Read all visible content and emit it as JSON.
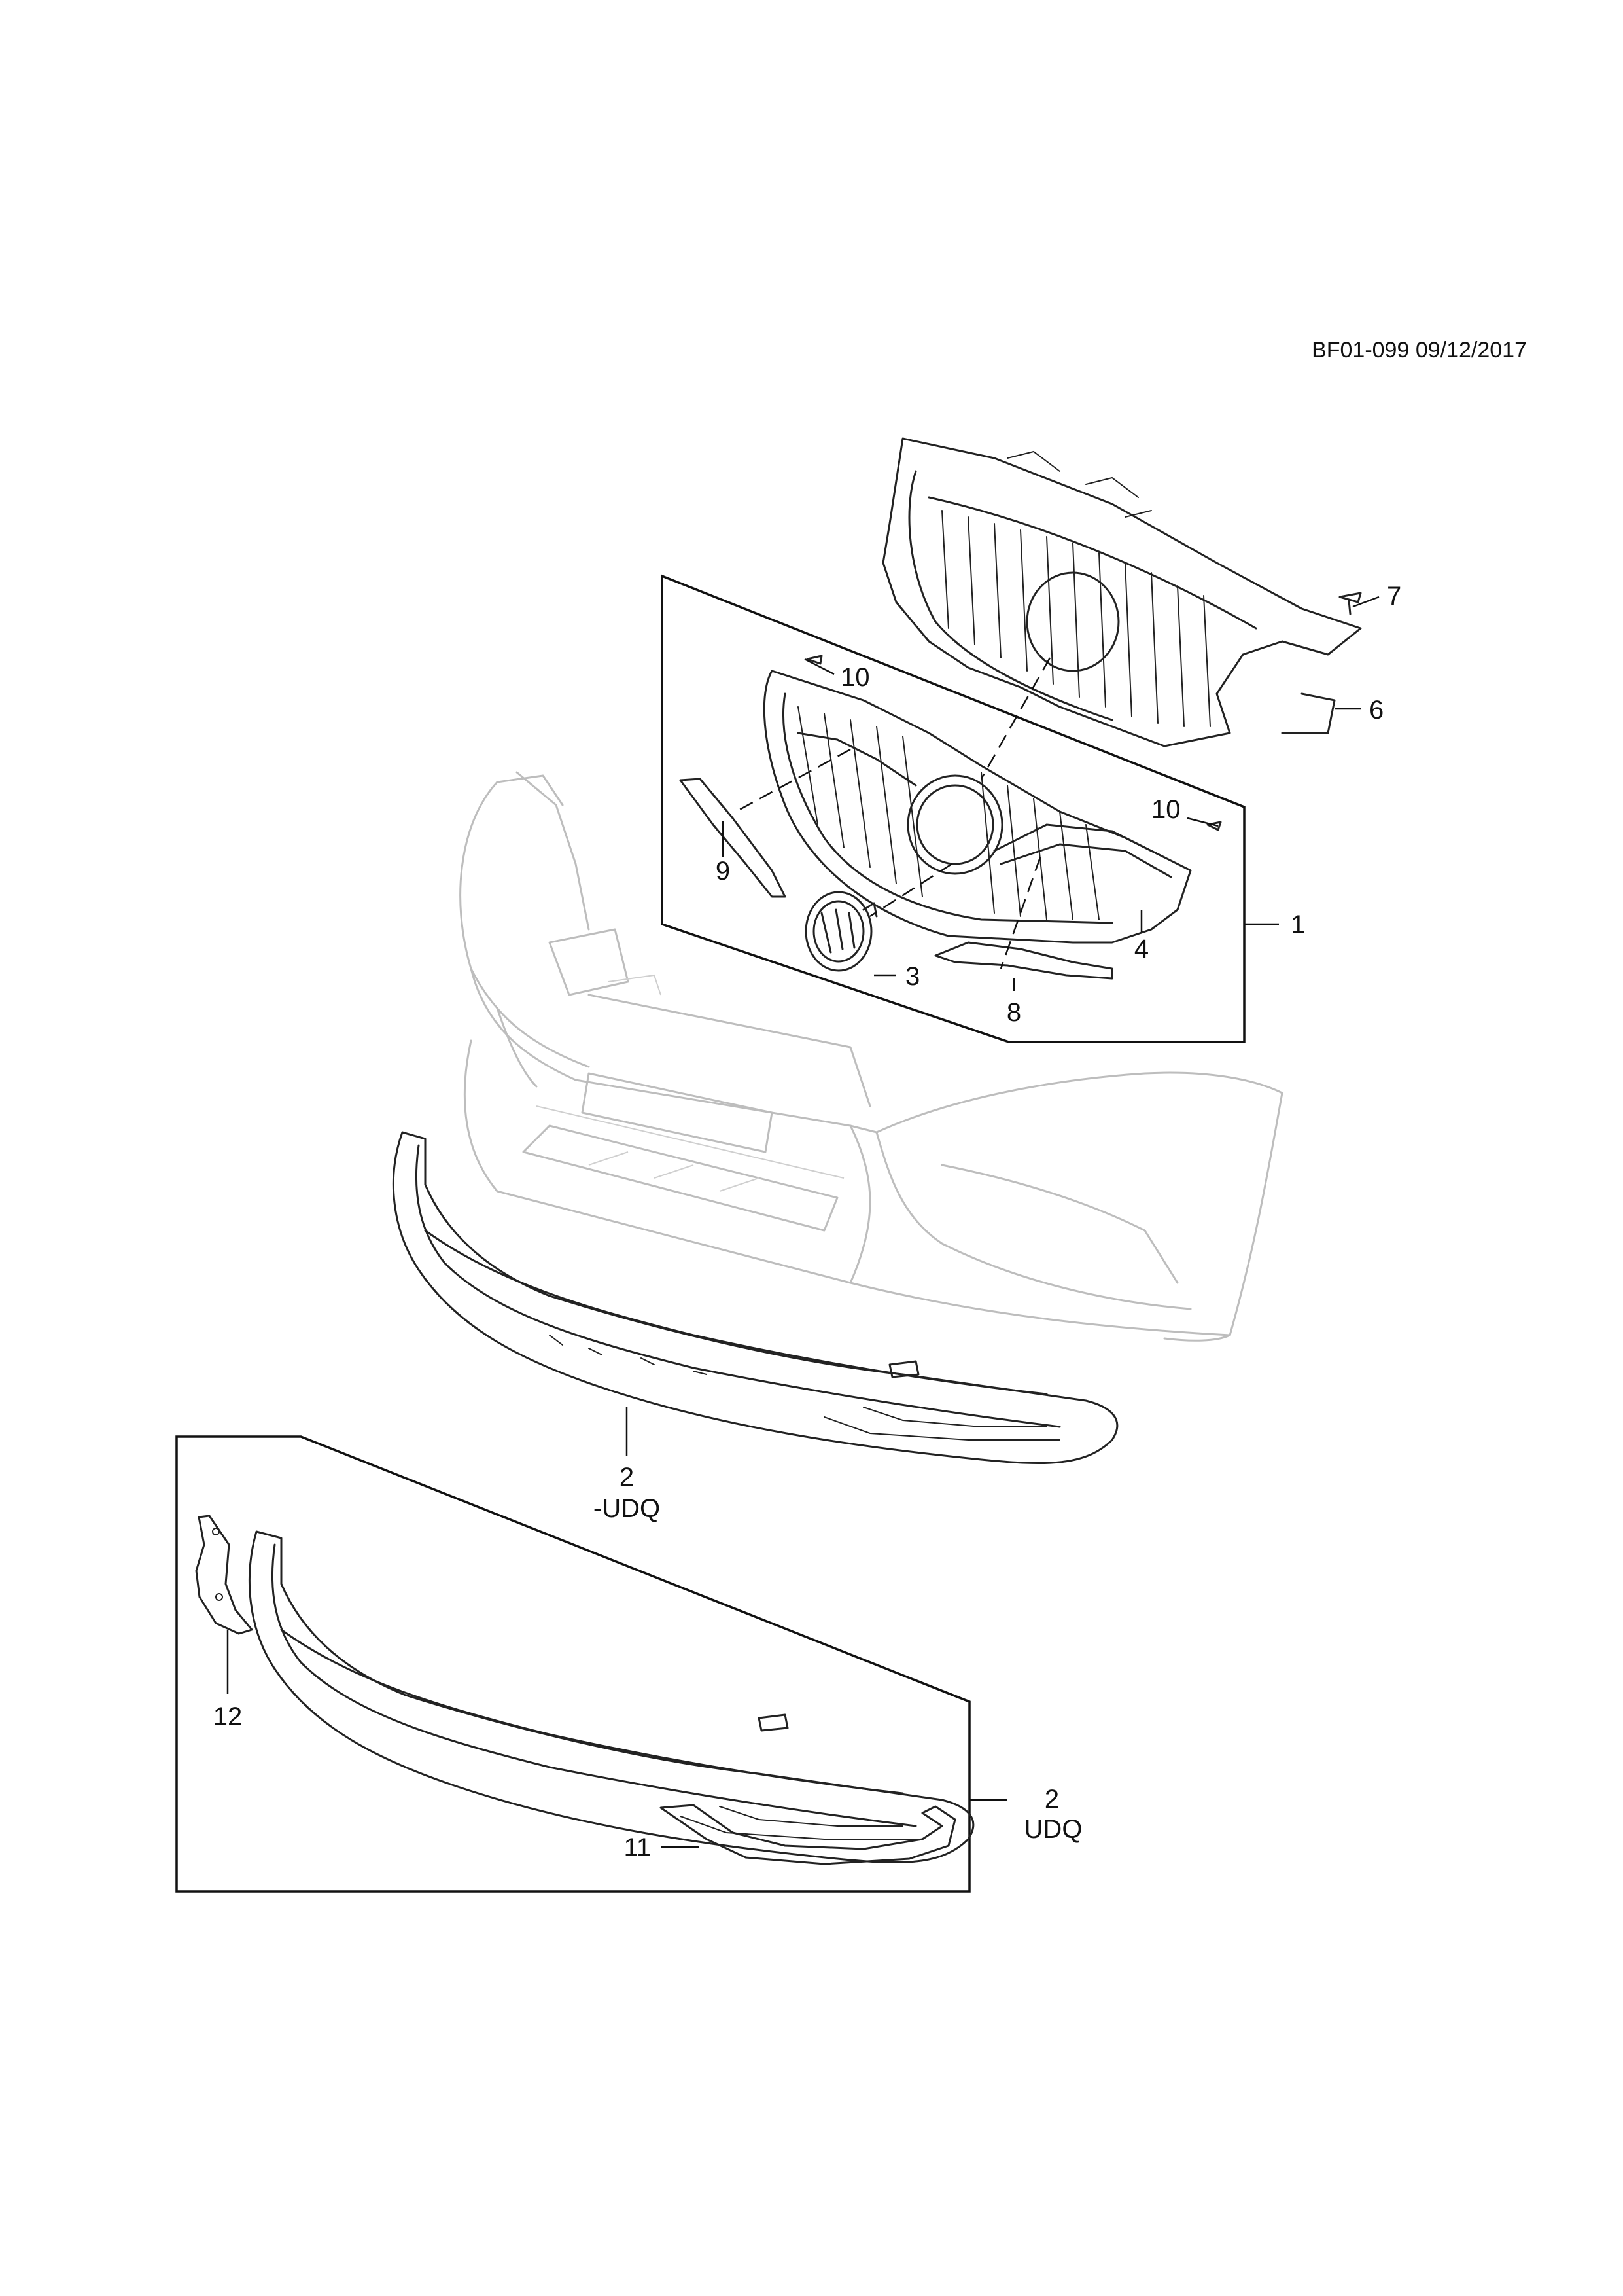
{
  "diagram": {
    "reference_code": "BF01-099 09/12/2017",
    "callouts": [
      {
        "id": "c1",
        "label": "1"
      },
      {
        "id": "c2a",
        "label": "2",
        "sub": "-UDQ"
      },
      {
        "id": "c2b",
        "label": "2",
        "sub": "UDQ"
      },
      {
        "id": "c3",
        "label": "3"
      },
      {
        "id": "c4",
        "label": "4"
      },
      {
        "id": "c6",
        "label": "6"
      },
      {
        "id": "c7",
        "label": "7"
      },
      {
        "id": "c8",
        "label": "8"
      },
      {
        "id": "c9",
        "label": "9"
      },
      {
        "id": "c10a",
        "label": "10"
      },
      {
        "id": "c10b",
        "label": "10"
      },
      {
        "id": "c11",
        "label": "11"
      },
      {
        "id": "c12",
        "label": "12"
      }
    ]
  }
}
